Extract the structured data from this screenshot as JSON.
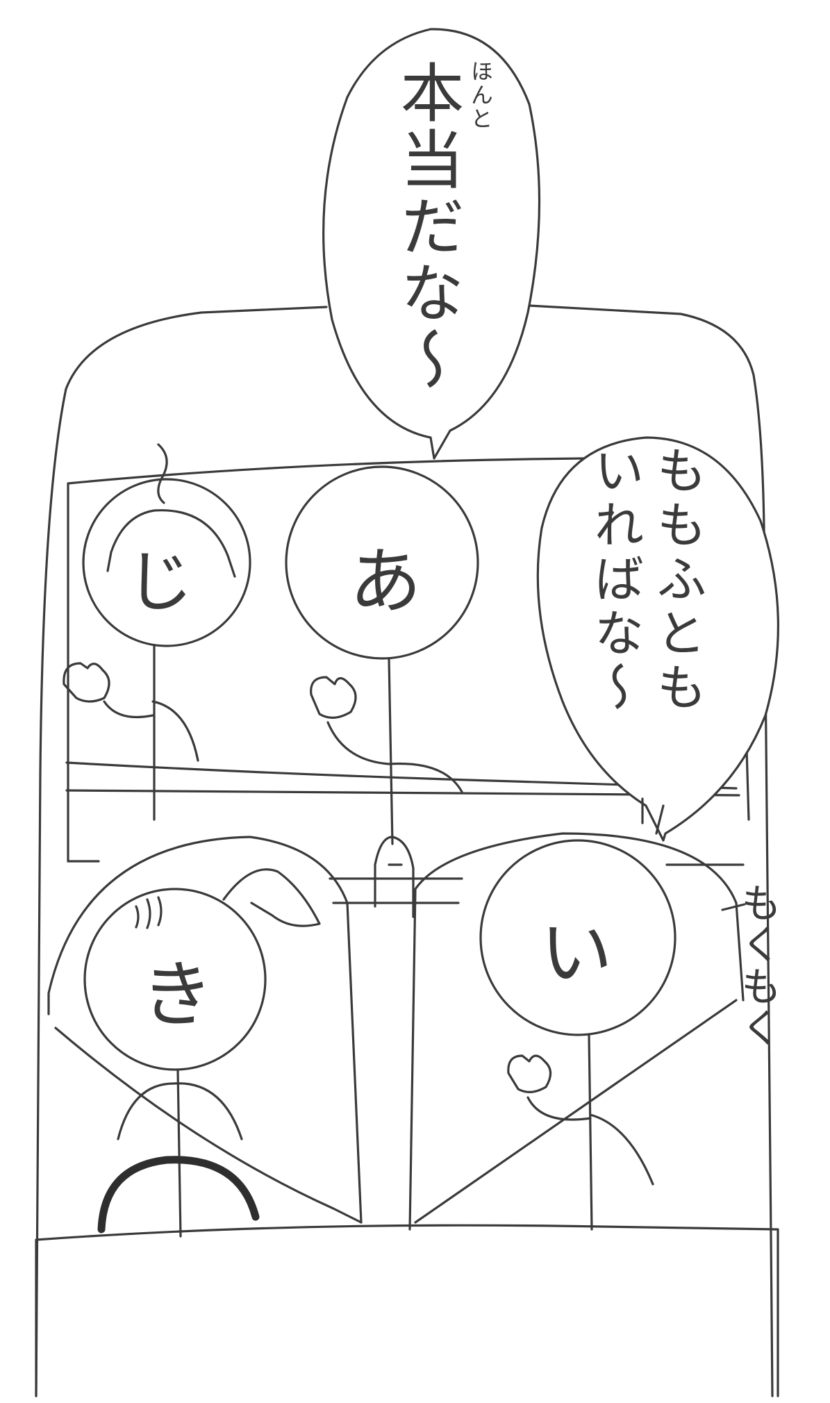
{
  "speech": {
    "bubble_top": {
      "ruby": "ほんと",
      "text": "本当だな〜"
    },
    "bubble_right": {
      "text": "ももふとも\nいればな〜"
    }
  },
  "sfx": {
    "text": "もくもく"
  },
  "characters": {
    "top_left": "じ",
    "top_center": "あ",
    "bottom_left": "き",
    "bottom_right": "い"
  },
  "colors": {
    "paper": "#ffffff",
    "pencil": "#3a3a3a"
  }
}
